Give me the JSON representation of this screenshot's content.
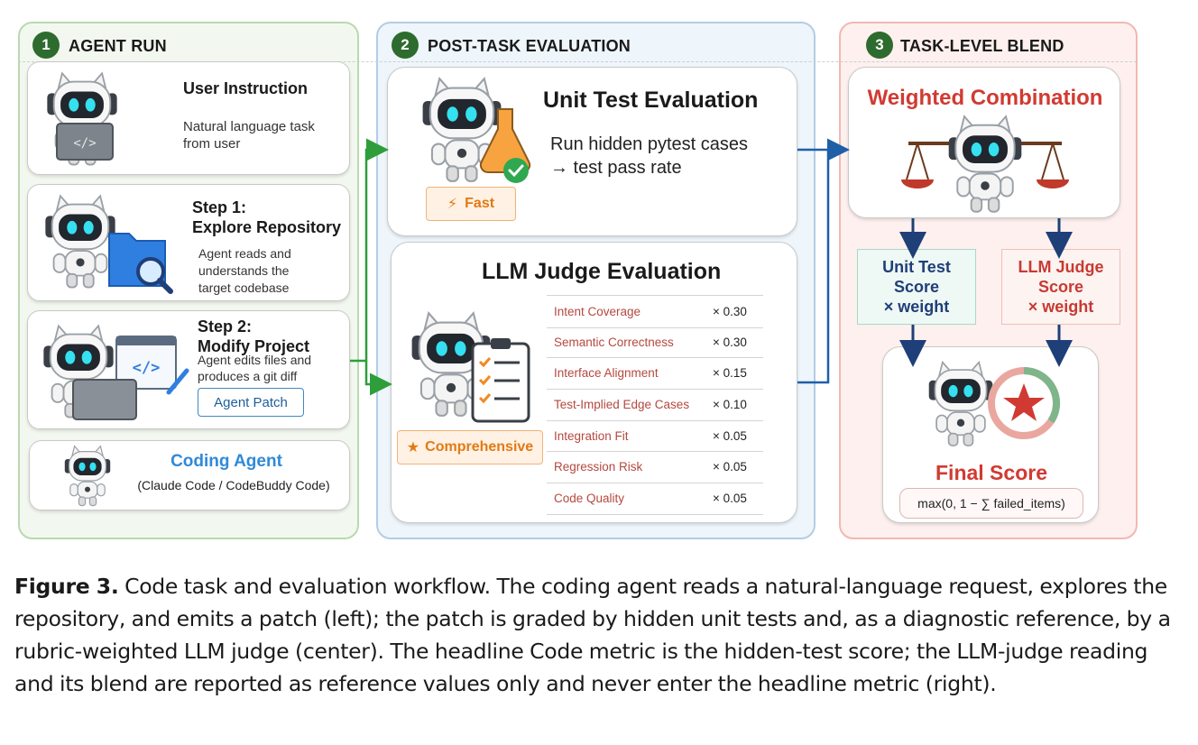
{
  "panels": {
    "run": {
      "number": "1",
      "title": "AGENT RUN"
    },
    "eval": {
      "number": "2",
      "title": "POST-TASK EVALUATION"
    },
    "blend": {
      "number": "3",
      "title": "TASK-LEVEL BLEND"
    }
  },
  "agent_run": {
    "instruction": {
      "title": "User Instruction",
      "desc": "Natural language task from user"
    },
    "step1": {
      "title_line1": "Step 1:",
      "title_line2": "Explore Repository",
      "desc": "Agent reads and understands the target codebase"
    },
    "step2": {
      "title_line1": "Step 2:",
      "title_line2": "Modify Project",
      "desc": "Agent edits files and produces a git diff",
      "patch_label": "Agent Patch"
    },
    "agent": {
      "title": "Coding Agent",
      "subtitle": "(Claude Code / CodeBuddy Code)"
    }
  },
  "evaluation": {
    "unit_test": {
      "title": "Unit Test Evaluation",
      "desc_line1": "Run hidden pytest cases",
      "desc_line2": "→ test pass rate",
      "badge": "Fast",
      "badge_icon": "⚡"
    },
    "llm_judge": {
      "title": "LLM Judge Evaluation",
      "badge": "Comprehensive",
      "badge_icon": "★",
      "rubric": [
        {
          "name": "Intent Coverage",
          "weight": "× 0.30"
        },
        {
          "name": "Semantic Correctness",
          "weight": "× 0.30"
        },
        {
          "name": "Interface Alignment",
          "weight": "× 0.15"
        },
        {
          "name": "Test-Implied Edge Cases",
          "weight": "× 0.10"
        },
        {
          "name": "Integration Fit",
          "weight": "× 0.05"
        },
        {
          "name": "Regression Risk",
          "weight": "× 0.05"
        },
        {
          "name": "Code Quality",
          "weight": "× 0.05"
        }
      ]
    }
  },
  "blend": {
    "combination_title": "Weighted Combination",
    "unit_score": {
      "line1": "Unit Test",
      "line2": "Score",
      "line3": "× weight"
    },
    "llm_score": {
      "line1": "LLM Judge",
      "line2": "Score",
      "line3": "× weight"
    },
    "final_title": "Final Score",
    "formula": "max(0, 1 − ∑ failed_items)"
  },
  "caption": {
    "label": "Figure 3.",
    "text": " Code task and evaluation workflow. The coding agent reads a natural-language request, explores the repository, and emits a patch (left); the patch is graded by hidden unit tests and, as a diagnostic reference, by a rubric-weighted LLM judge (center). The headline Code metric is the hidden-test score; the LLM-judge reading and its blend are reported as reference values only and never enter the headline metric (right)."
  },
  "colors": {
    "run_bg": "#f2f8ef",
    "eval_bg": "#eef5fb",
    "blend_bg": "#fdf0ee",
    "green_arrow": "#2e9e3a",
    "blue_arrow": "#1f5fa8",
    "navy_arrow": "#1f3f78",
    "red_title": "#d13a32",
    "blue_title": "#2f8ad8"
  }
}
